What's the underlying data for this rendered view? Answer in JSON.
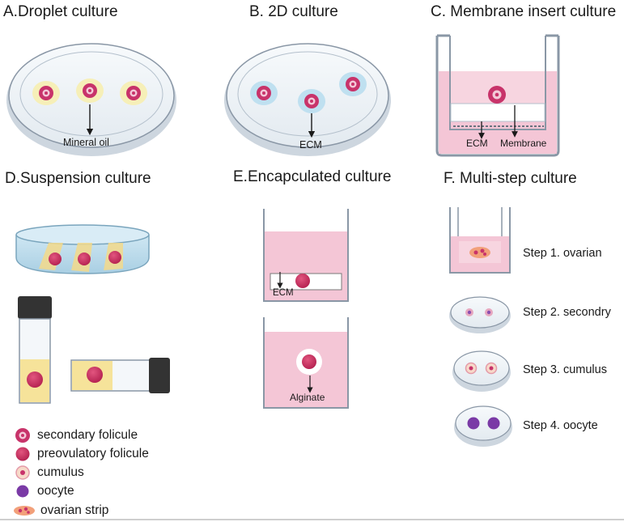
{
  "panels": {
    "a": {
      "title": "A.Droplet culture",
      "label": "Mineral oil"
    },
    "b": {
      "title": "B. 2D culture",
      "label": "ECM"
    },
    "c": {
      "title": "C. Membrane insert culture",
      "label_ecm": "ECM",
      "label_membrane": "Membrane"
    },
    "d": {
      "title": "D.Suspension culture"
    },
    "e": {
      "title": "E.Encapculated culture",
      "label_ecm": "ECM",
      "label_alginate": "Alginate"
    },
    "f": {
      "title": "F. Multi-step culture",
      "steps": [
        "Step 1. ovarian",
        "Step 2. secondry",
        "Step 3. cumulus",
        "Step 4. oocyte"
      ]
    }
  },
  "legend": [
    {
      "icon": "secondary-follicle-icon",
      "label": "secondary folicule"
    },
    {
      "icon": "preovulatory-follicle-icon",
      "label": "preovulatory folicule"
    },
    {
      "icon": "cumulus-icon",
      "label": "cumulus"
    },
    {
      "icon": "oocyte-icon",
      "label": "oocyte"
    },
    {
      "icon": "ovarian-strip-icon",
      "label": "ovarian strip"
    }
  ],
  "colors": {
    "follicle": "#c8336a",
    "pink_medium": "#f4c6d6",
    "yellow_drop": "#f6efb8",
    "blue_drop": "#bfe0f0",
    "oocyte": "#7a3aa6",
    "dish_edge": "#8a97a6"
  }
}
